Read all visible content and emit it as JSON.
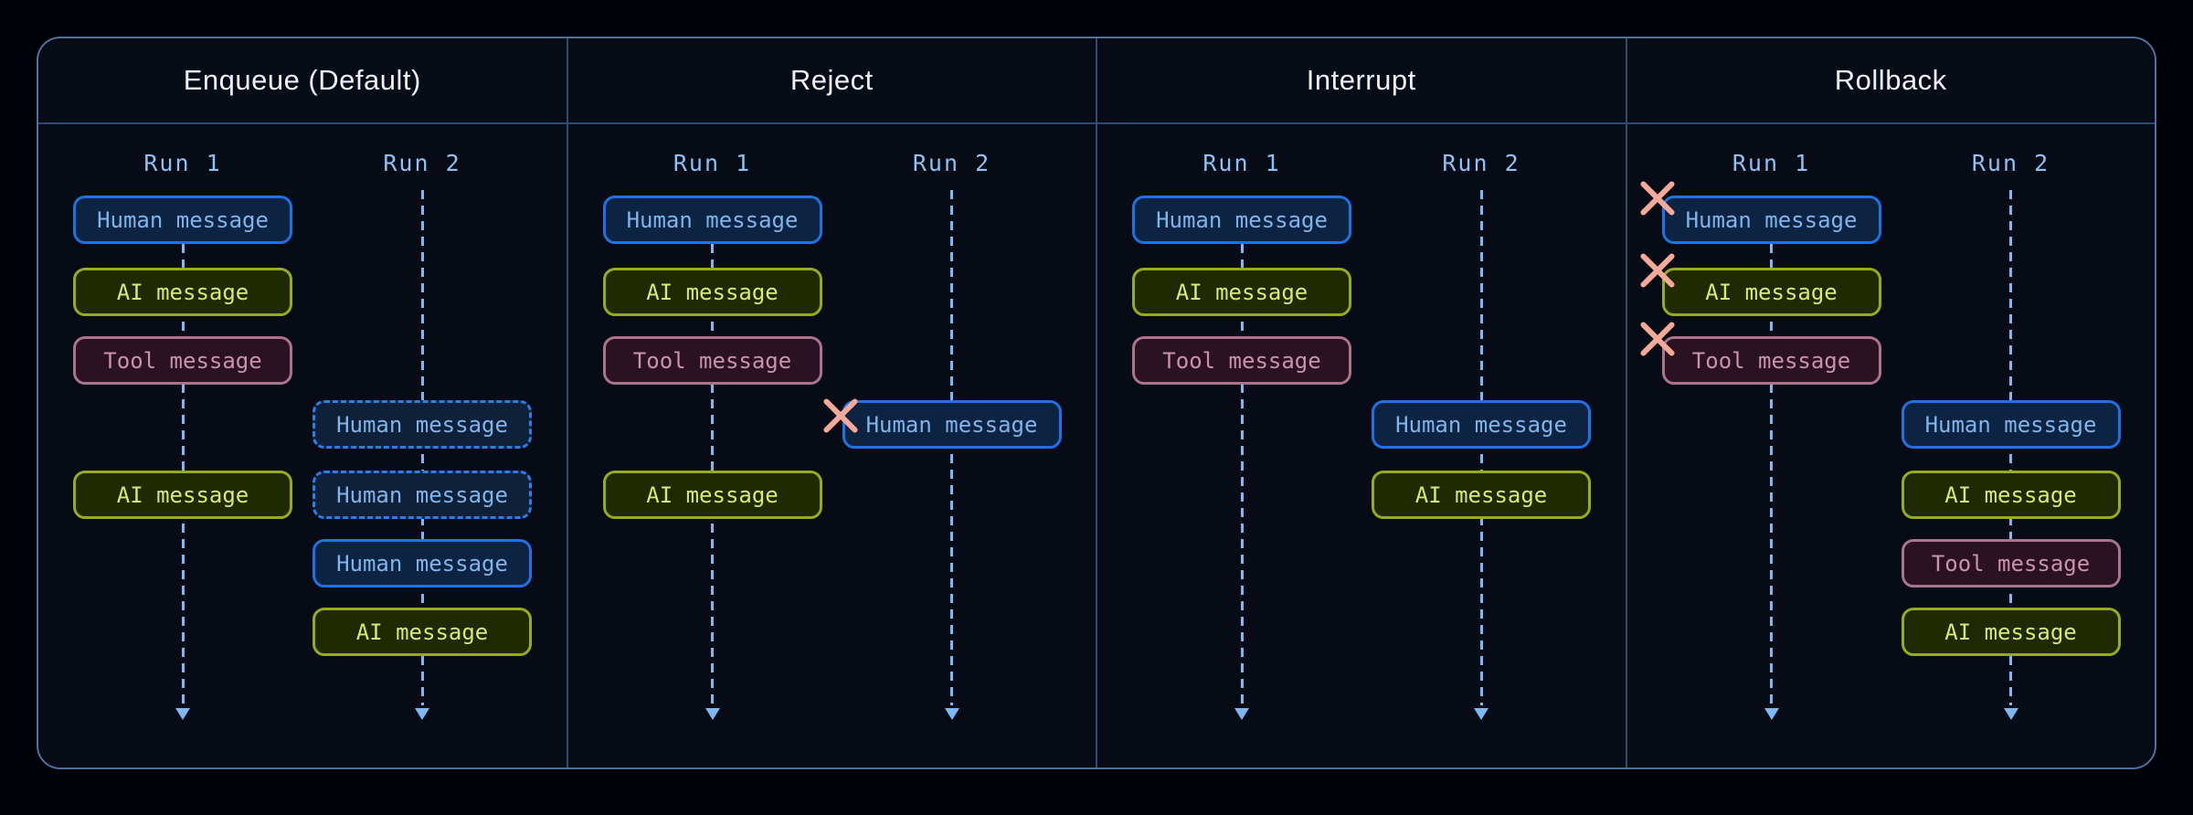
{
  "panel": {
    "description": "Multitasking strategies diagram",
    "colors": {
      "canvas_bg": "#000209",
      "panel_bg": "#060b15",
      "panel_border": "#4f6f9e",
      "divider": "#2e4b73",
      "header_text": "#eef2f8",
      "run_label": "#8ec2f4",
      "timeline": "#7cb9f2",
      "human_border": "#1e72e4",
      "human_fill": "#0d2342",
      "human_text": "#7db5ec",
      "ai_border": "#98ac1b",
      "ai_fill": "#1f2902",
      "ai_text": "#d8ea71",
      "tool_border": "#aa748d",
      "tool_fill": "#2b1221",
      "tool_text": "#ca92ad",
      "x_mark": "#f5a998"
    }
  },
  "columns": [
    {
      "key": "enqueue",
      "title": "Enqueue (Default)",
      "runs": [
        {
          "label": "Run 1",
          "items": [
            {
              "type": "human",
              "label": "Human message",
              "row": 0
            },
            {
              "type": "ai",
              "label": "AI message",
              "row": 1
            },
            {
              "type": "tool",
              "label": "Tool message",
              "row": 2
            },
            {
              "type": "ai",
              "label": "AI message",
              "row": 4
            }
          ]
        },
        {
          "label": "Run 2",
          "items": [
            {
              "type": "human",
              "label": "Human message",
              "row": 3,
              "dashed": true
            },
            {
              "type": "human",
              "label": "Human message",
              "row": 4,
              "dashed": true
            },
            {
              "type": "human",
              "label": "Human message",
              "row": 5
            },
            {
              "type": "ai",
              "label": "AI message",
              "row": 6
            }
          ]
        }
      ]
    },
    {
      "key": "reject",
      "title": "Reject",
      "runs": [
        {
          "label": "Run 1",
          "items": [
            {
              "type": "human",
              "label": "Human message",
              "row": 0
            },
            {
              "type": "ai",
              "label": "AI message",
              "row": 1
            },
            {
              "type": "tool",
              "label": "Tool message",
              "row": 2
            },
            {
              "type": "ai",
              "label": "AI message",
              "row": 4
            }
          ]
        },
        {
          "label": "Run 2",
          "items": [
            {
              "type": "human",
              "label": "Human message",
              "row": 3,
              "x_mark": "left"
            }
          ]
        }
      ]
    },
    {
      "key": "interrupt",
      "title": "Interrupt",
      "runs": [
        {
          "label": "Run 1",
          "items": [
            {
              "type": "human",
              "label": "Human message",
              "row": 0
            },
            {
              "type": "ai",
              "label": "AI message",
              "row": 1
            },
            {
              "type": "tool",
              "label": "Tool message",
              "row": 2
            }
          ]
        },
        {
          "label": "Run 2",
          "items": [
            {
              "type": "human",
              "label": "Human message",
              "row": 3
            },
            {
              "type": "ai",
              "label": "AI message",
              "row": 4
            }
          ]
        }
      ]
    },
    {
      "key": "rollback",
      "title": "Rollback",
      "runs": [
        {
          "label": "Run 1",
          "items": [
            {
              "type": "human",
              "label": "Human message",
              "row": 0,
              "x_mark": "corner"
            },
            {
              "type": "ai",
              "label": "AI message",
              "row": 1,
              "x_mark": "corner"
            },
            {
              "type": "tool",
              "label": "Tool message",
              "row": 2,
              "x_mark": "corner"
            }
          ]
        },
        {
          "label": "Run 2",
          "items": [
            {
              "type": "human",
              "label": "Human message",
              "row": 3
            },
            {
              "type": "ai",
              "label": "AI message",
              "row": 4
            },
            {
              "type": "tool",
              "label": "Tool message",
              "row": 5
            },
            {
              "type": "ai",
              "label": "AI message",
              "row": 6
            }
          ]
        }
      ]
    }
  ]
}
